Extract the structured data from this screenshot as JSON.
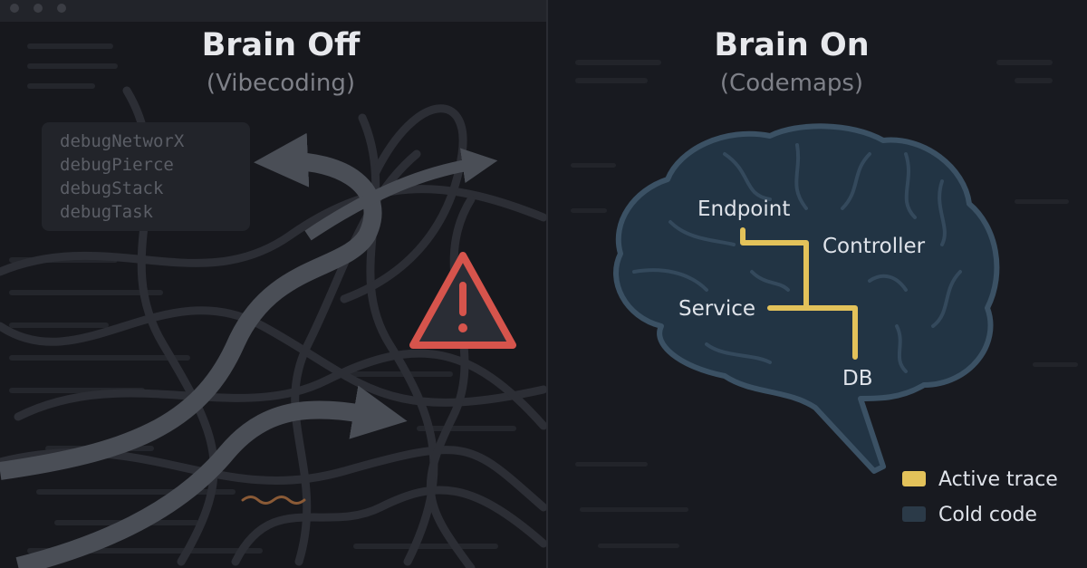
{
  "window": {
    "controls": [
      "close",
      "minimize",
      "maximize"
    ]
  },
  "left_panel": {
    "title": "Brain Off",
    "subtitle": "(Vibecoding)",
    "functions": [
      "debugNetworX",
      "debugPierce",
      "debugStack",
      "debugTask"
    ],
    "warning_icon": "warning-triangle-icon"
  },
  "right_panel": {
    "title": "Brain On",
    "subtitle": "(Codemaps)",
    "nodes": {
      "endpoint": "Endpoint",
      "controller": "Controller",
      "service": "Service",
      "db": "DB"
    },
    "legend": [
      {
        "label": "Active trace",
        "color": "#e3c25a"
      },
      {
        "label": "Cold code",
        "color": "#2b3a48"
      }
    ]
  },
  "colors": {
    "background": "#17181d",
    "brain_fill": "#223444",
    "brain_outline": "#3b5164",
    "active_trace": "#e3c25a",
    "warning": "#d6544c"
  }
}
